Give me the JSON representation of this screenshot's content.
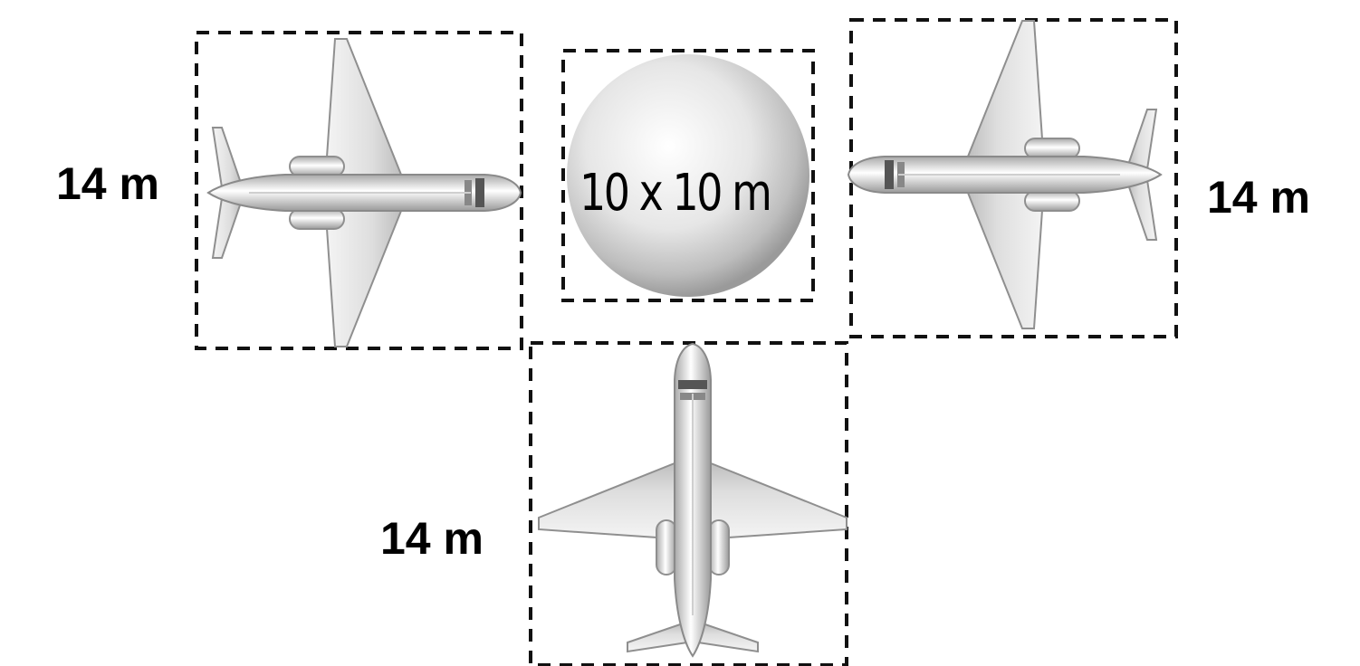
{
  "diagram": {
    "center_circle_label": "10 x 10 m",
    "aircraft_labels": {
      "left": "14 m",
      "right": "14 m",
      "bottom": "14 m"
    }
  }
}
